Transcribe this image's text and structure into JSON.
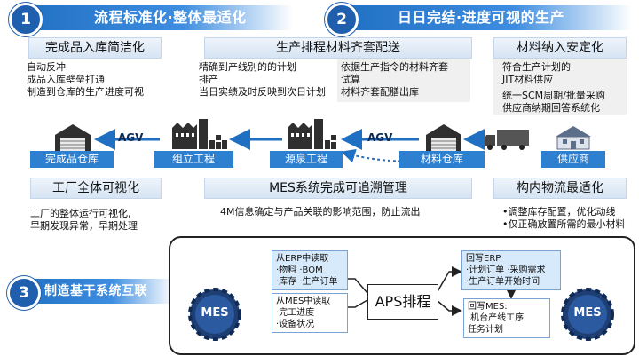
{
  "sections": [
    {
      "num": "1",
      "title": "流程标准化·整体最适化"
    },
    {
      "num": "2",
      "title": "日日完结·进度可视的生产"
    },
    {
      "num": "3",
      "title": "制造基干系统互联"
    }
  ],
  "blocks": {
    "finished_storage": {
      "title": "完成品入库简洁化",
      "lines": [
        "自动反冲",
        "成品入库壁垒打通",
        "制造到仓库的生产进度可视"
      ]
    },
    "plan": {
      "title": "生产排程材料齐套配送",
      "left_lines": [
        "精确到产线别的的计划",
        "排产",
        "当日实绩及时反映到次日计划"
      ],
      "right_lines": [
        "依据生产指令的材料齐套",
        "试算",
        "材料齐套配膳出库"
      ]
    },
    "material_stable": {
      "title": "材料纳入安定化",
      "lines": [
        "符合生产计划的",
        "JIT材料供应",
        "统一SCM周期/批量采购",
        "供应商纳期回答系统化"
      ]
    },
    "factory_visual": {
      "title": "工厂全体可视化",
      "lines": [
        "工厂的整体运行可视化,",
        "早期发现异常，早期处理"
      ]
    },
    "mes_trace": {
      "title": "MES系统完成可追溯管理",
      "lines": [
        "4M信息确定与产品关联的影响范围，防止流出"
      ]
    },
    "logistics": {
      "title": "构内物流最适化",
      "lines": [
        "•调整库存配置，优化动线",
        "•仅正确放置所需的最小材料"
      ]
    }
  },
  "flow": {
    "labels": [
      "完成品仓库",
      "组立工程",
      "源泉工程",
      "材料仓库",
      "供应商"
    ],
    "agv": "AGV"
  },
  "integration": {
    "aps": "APS排程",
    "mes": "MES",
    "erp_read": [
      "从ERP中读取",
      "·物料 ·BOM",
      "·库存 ·生产订单"
    ],
    "mes_read": [
      "从MES中读取",
      "·完工进度",
      "·设备状况"
    ],
    "erp_write": [
      "回写ERP",
      "·计划订单 ·采购需求",
      "·生产订单开始时间"
    ],
    "mes_write": [
      "回写MES:",
      "·机台产线工序",
      "任务计划"
    ]
  },
  "colors": {
    "accent": "#1f6fc2",
    "tag": "#2d7fd0",
    "light_blue": "#d7eafb",
    "gray": "#f0f0f0"
  }
}
